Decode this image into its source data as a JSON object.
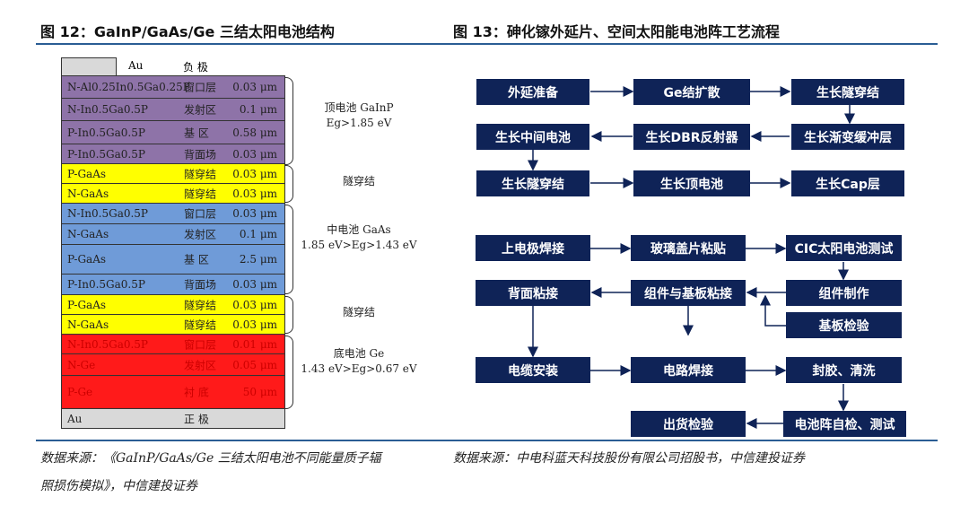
{
  "left": {
    "title": "图 12：GaInP/GaAs/Ge 三结太阳电池结构",
    "top_electrode": {
      "material": "Au",
      "label": "负 极"
    },
    "layers": [
      {
        "name": "N-Al0.25In0.5Ga0.25P",
        "label": "窗口层",
        "thickness": "0.03 μm",
        "color": "purple"
      },
      {
        "name": "N-In0.5Ga0.5P",
        "label": "发射区",
        "thickness": "0.1 μm",
        "color": "purple"
      },
      {
        "name": "P-In0.5Ga0.5P",
        "label": "基 区",
        "thickness": "0.58 μm",
        "color": "purple"
      },
      {
        "name": "P-In0.5Ga0.5P",
        "label": "背面场",
        "thickness": "0.03 μm",
        "color": "purple"
      },
      {
        "name": "P-GaAs",
        "label": "隧穿结",
        "thickness": "0.03 μm",
        "color": "yellow"
      },
      {
        "name": "N-GaAs",
        "label": "隧穿结",
        "thickness": "0.03 μm",
        "color": "yellow"
      },
      {
        "name": "N-In0.5Ga0.5P",
        "label": "窗口层",
        "thickness": "0.03 μm",
        "color": "blue"
      },
      {
        "name": "N-GaAs",
        "label": "发射区",
        "thickness": "0.1 μm",
        "color": "blue"
      },
      {
        "name": "P-GaAs",
        "label": "基 区",
        "thickness": "2.5 μm",
        "color": "blue"
      },
      {
        "name": "P-In0.5Ga0.5P",
        "label": "背面场",
        "thickness": "0.03 μm",
        "color": "blue"
      },
      {
        "name": "P-GaAs",
        "label": "隧穿结",
        "thickness": "0.03 μm",
        "color": "yellow"
      },
      {
        "name": "N-GaAs",
        "label": "隧穿结",
        "thickness": "0.03 μm",
        "color": "yellow"
      },
      {
        "name": "N-In0.5Ga0.5P",
        "label": "窗口层",
        "thickness": "0.01 μm",
        "color": "red"
      },
      {
        "name": "N-Ge",
        "label": "发射区",
        "thickness": "0.05 μm",
        "color": "red"
      },
      {
        "name": "P-Ge",
        "label": "衬 底",
        "thickness": "50 μm",
        "color": "red"
      }
    ],
    "bottom_electrode": {
      "material": "Au",
      "label": "正 极"
    },
    "groups": [
      {
        "line1": "顶电池 GaInP",
        "line2": "Eg>1.85 eV"
      },
      {
        "line1": "隧穿结",
        "line2": ""
      },
      {
        "line1": "中电池 GaAs",
        "line2": "1.85 eV>Eg>1.43 eV"
      },
      {
        "line1": "隧穿结",
        "line2": ""
      },
      {
        "line1": "底电池 Ge",
        "line2": "1.43 eV>Eg>0.67 eV"
      }
    ],
    "source_line1": "数据来源：《GaInP/GaAs/Ge 三结太阳电池不同能量质子辐",
    "source_line2": "照损伤模拟》，中信建投证券"
  },
  "right": {
    "title": "图 13：砷化镓外延片、空间太阳能电池阵工艺流程",
    "epi_steps": [
      "外延准备",
      "Ge结扩散",
      "生长隧穿结",
      "生长中间电池",
      "生长DBR反射器",
      "生长渐变缓冲层",
      "生长隧穿结",
      "生长顶电池",
      "生长Cap层"
    ],
    "array_steps": [
      "上电极焊接",
      "玻璃盖片粘贴",
      "CIC太阳电池测试",
      "背面粘接",
      "组件与基板粘接",
      "组件制作",
      "基板检验",
      "电缆安装",
      "电路焊接",
      "封胶、清洗",
      "出货检验",
      "电池阵自检、测试"
    ],
    "source": "数据来源：中电科蓝天科技股份有限公司招股书，中信建投证券"
  },
  "colors": {
    "box": "#0f2357",
    "rule": "#2a5d94"
  }
}
